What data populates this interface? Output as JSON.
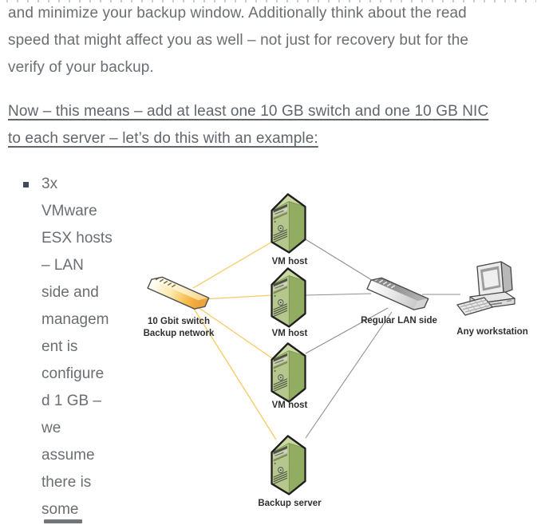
{
  "article": {
    "paragraph": {
      "lines": [
        "and minimize your backup window. Additionally think about the read",
        "speed that might affect you as well – not just for recovery but for the",
        "verify of your backup."
      ]
    },
    "heading": {
      "lines": [
        "Now – this means – add at least one 10 GB switch and one 10 GB NIC",
        "to each server – let’s do this with an example:"
      ]
    },
    "list": {
      "bullet_style": "square",
      "item_full_text": "3x VMware ESX hosts – LAN side and management is configured 1 GB – we assume there is some",
      "lines": [
        "3x",
        "VMware",
        "ESX hosts",
        "– LAN",
        "side and",
        "managem",
        "ent is",
        "configure",
        "d 1 GB –",
        "we",
        "assume",
        "there is",
        "some"
      ]
    }
  },
  "diagram": {
    "labels": {
      "vm_host_1": "VM host",
      "vm_host_2": "VM host",
      "vm_host_3": "VM host",
      "backup_server": "Backup server",
      "backup_switch_line1": "10 Gbit switch",
      "backup_switch_line2": "Backup network",
      "lan_switch": "Regular LAN side",
      "workstation": "Any workstation"
    },
    "icons": {
      "server_icon_count": 4,
      "switch_icon_count": 2,
      "workstation_icon_count": 1
    },
    "colors": {
      "backup_network_link": "#f7ca63",
      "lan_link": "#8f8f8f",
      "server_green_side": "#92ac62",
      "server_green_front": "#b5c78c",
      "server_green_top": "#cbd8a2",
      "backup_switch_gold": "#f0a532",
      "lan_switch_gray": "#b5b5b5",
      "text_gray": "#6a6e73",
      "label_dark": "#2f2f2f"
    }
  }
}
